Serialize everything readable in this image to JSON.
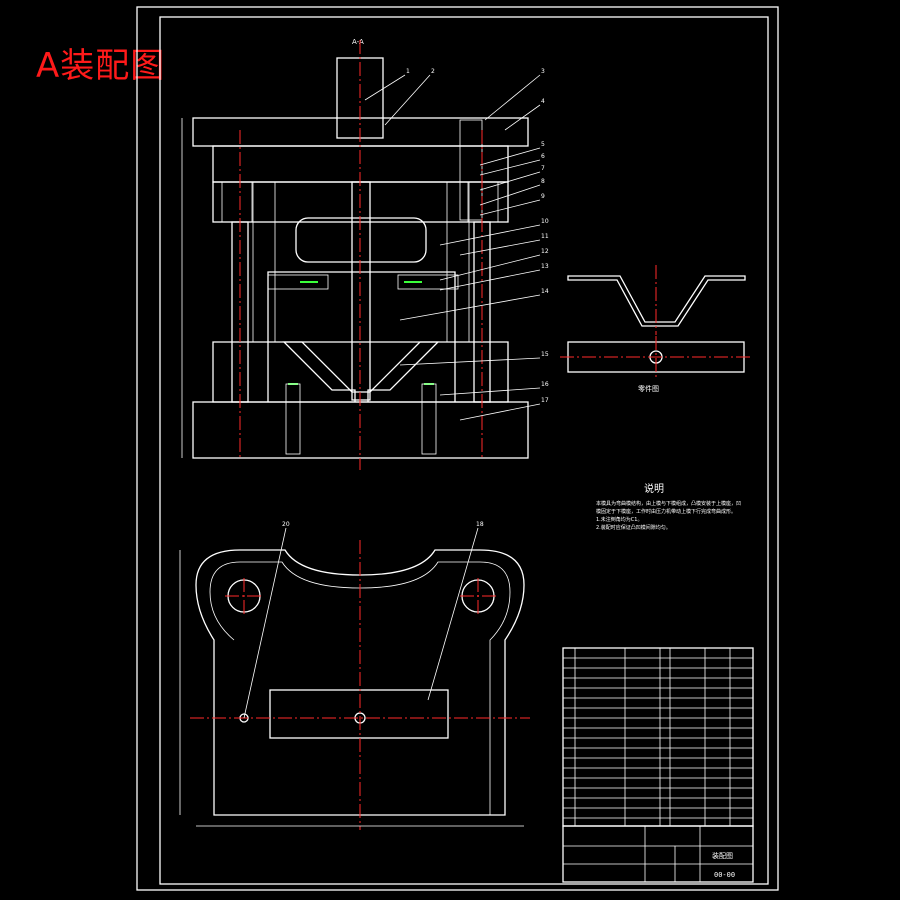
{
  "title": "A装配图",
  "section_label": "A-A",
  "part_drawing_label": "零件图",
  "notes": {
    "heading": "说明",
    "paragraph": "本模具为弯曲模结构，由上模与下模组成，凸模安装于上模座，凹模固定于下模座，工作时由压力机带动上模下行完成弯曲成形。",
    "line1": "1.未注倒角均为C1。",
    "line2": "2.装配时应保证凸凹模间隙均匀。"
  },
  "balloons": [
    "1",
    "2",
    "3",
    "4",
    "5",
    "6",
    "7",
    "8",
    "9",
    "10",
    "11",
    "12",
    "13",
    "14",
    "15",
    "16",
    "17"
  ],
  "plan_balloons": [
    "20",
    "18"
  ],
  "title_block": {
    "name": "装配图",
    "code": "00-00"
  }
}
